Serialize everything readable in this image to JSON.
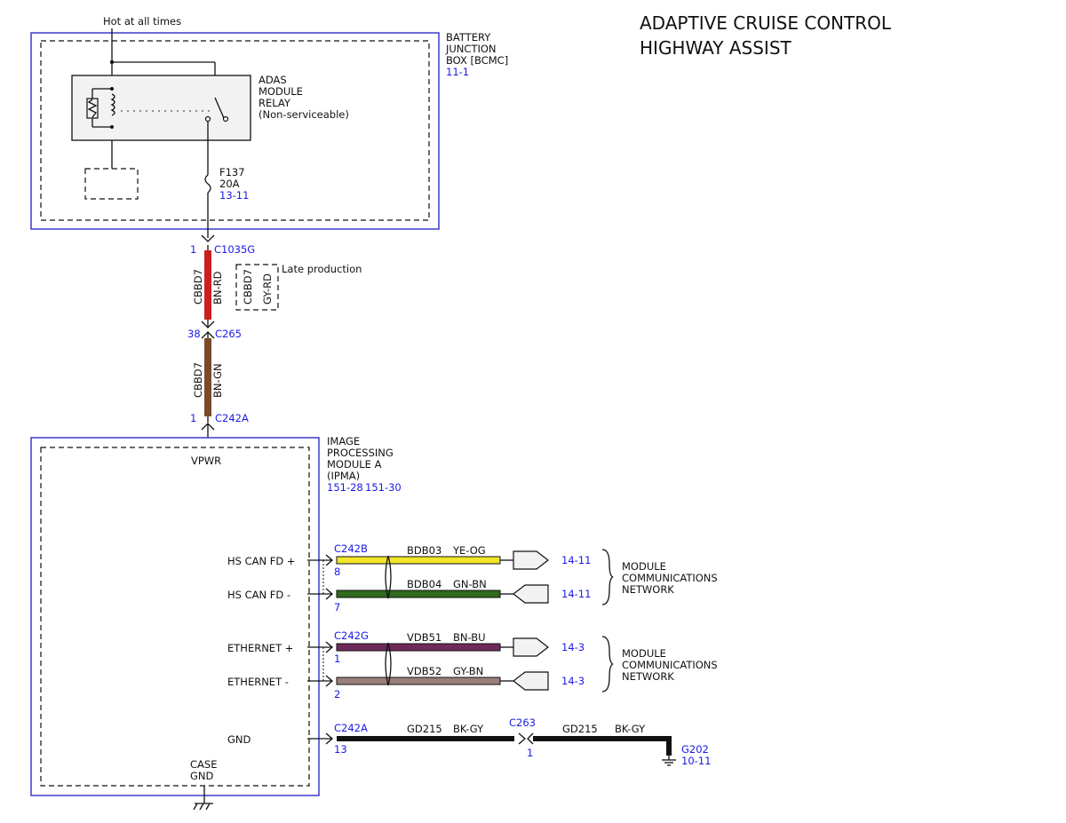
{
  "title": {
    "line1": "ADAPTIVE CRUISE CONTROL",
    "line2": "HIGHWAY ASSIST"
  },
  "power": {
    "hot_label": "Hot at all times"
  },
  "bjb": {
    "name1": "BATTERY",
    "name2": "JUNCTION",
    "name3": "BOX [BCMC]",
    "ref": "11-1"
  },
  "relay": {
    "l1": "ADAS",
    "l2": "MODULE",
    "l3": "RELAY",
    "l4": "(Non-serviceable)"
  },
  "fuse": {
    "id": "F137",
    "rating": "20A",
    "ref": "13-11"
  },
  "conn1": {
    "pin": "1",
    "name": "C1035G"
  },
  "wire1": {
    "circuit": "CBBD7",
    "color": "BN-RD",
    "hex": "#cc1f1f"
  },
  "late": {
    "label": "Late production",
    "circuit": "CBBD7",
    "color": "GY-RD"
  },
  "conn2": {
    "pin": "38",
    "name": "C265"
  },
  "wire2": {
    "circuit": "CBBD7",
    "color": "BN-GN",
    "hex": "#7a4a2a"
  },
  "conn3": {
    "pin": "1",
    "name": "C242A"
  },
  "ipma": {
    "l1": "IMAGE",
    "l2": "PROCESSING",
    "l3": "MODULE A",
    "l4": "(IPMA)",
    "ref1": "151-28",
    "ref2": "151-30",
    "vpwr": "VPWR",
    "case1": "CASE",
    "case2": "GND"
  },
  "pins": {
    "hscan_p": "HS CAN FD +",
    "hscan_m": "HS CAN FD -",
    "eth_p": "ETHERNET +",
    "eth_m": "ETHERNET -",
    "gnd": "GND"
  },
  "can": {
    "conn": "C242B",
    "pin_p": "8",
    "pin_m": "7",
    "w1_circuit": "BDB03",
    "w1_color": "YE-OG",
    "w1_hex": "#f2e52a",
    "w1_ref": "14-11",
    "w2_circuit": "BDB04",
    "w2_color": "GN-BN",
    "w2_hex": "#2f6a1e",
    "w2_ref": "14-11",
    "net1": "MODULE",
    "net2": "COMMUNICATIONS",
    "net3": "NETWORK"
  },
  "eth": {
    "conn": "C242G",
    "pin_p": "1",
    "pin_m": "2",
    "w1_circuit": "VDB51",
    "w1_color": "BN-BU",
    "w1_hex": "#6e2a5a",
    "w1_ref": "14-3",
    "w2_circuit": "VDB52",
    "w2_color": "GY-BN",
    "w2_hex": "#9a7f7a",
    "w2_ref": "14-3",
    "net1": "MODULE",
    "net2": "COMMUNICATIONS",
    "net3": "NETWORK"
  },
  "gnd": {
    "conn1": "C242A",
    "pin1": "13",
    "w1_circuit": "GD215",
    "w1_color": "BK-GY",
    "conn2": "C263",
    "pin2": "1",
    "w2_circuit": "GD215",
    "w2_color": "BK-GY",
    "ground": "G202",
    "ground_ref": "10-11"
  }
}
